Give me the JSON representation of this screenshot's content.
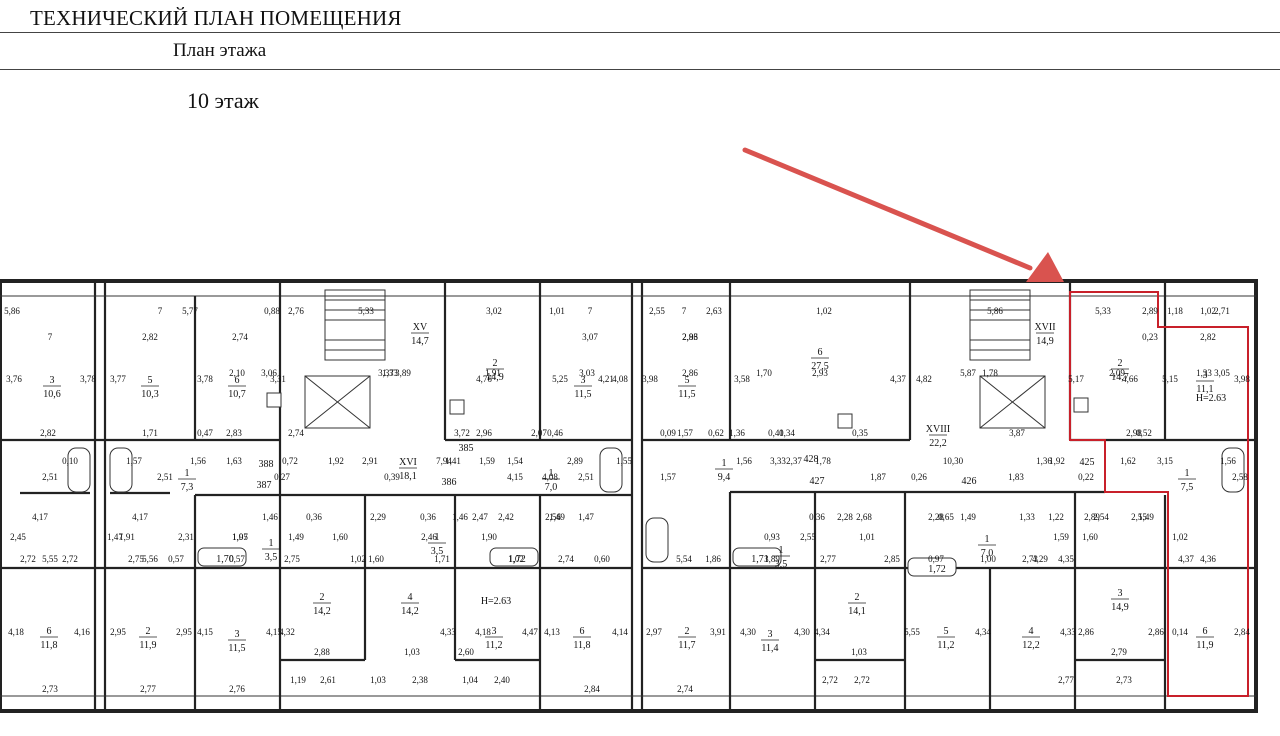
{
  "header": {
    "title": "ТЕХНИЧЕСКИЙ ПЛАН ПОМЕЩЕНИЯ",
    "subtitle": "План  этажа",
    "floor_label": "10 этаж"
  },
  "annotation": {
    "arrow_color": "#d9534f",
    "highlight_color": "#c8202a"
  },
  "rooms": [
    {
      "n": "3",
      "a": "10,6"
    },
    {
      "n": "5",
      "a": "10,3"
    },
    {
      "n": "6",
      "a": "10,7"
    },
    {
      "n": "XV",
      "a": "14,7"
    },
    {
      "n": "2",
      "a": "14,9"
    },
    {
      "n": "3",
      "a": "11,5"
    },
    {
      "n": "5",
      "a": "11,5"
    },
    {
      "n": "6",
      "a": "27,5"
    },
    {
      "n": "XVII",
      "a": "14,9"
    },
    {
      "n": "2",
      "a": "14,7"
    },
    {
      "n": "3",
      "a": "11,1"
    },
    {
      "n": "1",
      "a": "7,3"
    },
    {
      "n": "XVI",
      "a": "18,1"
    },
    {
      "n": "1",
      "a": "7,0"
    },
    {
      "n": "1",
      "a": "9,4"
    },
    {
      "n": "XVIII",
      "a": "22,2"
    },
    {
      "n": "1",
      "a": "7,5"
    },
    {
      "n": "1",
      "a": "3,5"
    },
    {
      "n": "1",
      "a": "3,5"
    },
    {
      "n": "1",
      "a": "3,5"
    },
    {
      "n": "1",
      "a": "7,0"
    },
    {
      "n": "2",
      "a": "14,2"
    },
    {
      "n": "4",
      "a": "14,2"
    },
    {
      "n": "2",
      "a": "14,1"
    },
    {
      "n": "3",
      "a": "14,9"
    },
    {
      "n": "6",
      "a": "11,8"
    },
    {
      "n": "2",
      "a": "11,9"
    },
    {
      "n": "3",
      "a": "11,5"
    },
    {
      "n": "3",
      "a": "11,2"
    },
    {
      "n": "6",
      "a": "11,8"
    },
    {
      "n": "2",
      "a": "11,7"
    },
    {
      "n": "3",
      "a": "11,4"
    },
    {
      "n": "5",
      "a": "11,2"
    },
    {
      "n": "4",
      "a": "12,2"
    },
    {
      "n": "6",
      "a": "11,9"
    }
  ],
  "apartment_numbers": [
    "388",
    "387",
    "385",
    "386",
    "428",
    "427",
    "426",
    "425"
  ],
  "heights": [
    "H=2.63",
    "H=2.63"
  ],
  "bath_labels": [
    "1,70",
    "1,72",
    "1,71",
    "1,72"
  ],
  "dimensions": [
    "5,86",
    "7",
    "5,77",
    "0,88",
    "2,76",
    "5,33",
    "3,02",
    "1,01",
    "7",
    "2,55",
    "7",
    "2,63",
    "1,02",
    "5,86",
    "5,33",
    "2,89",
    "1,18",
    "1,02",
    "2,71",
    "7",
    "2,82",
    "2,74",
    "3,07",
    "2,86",
    "2,93",
    "2,82",
    "0,23",
    "3,76",
    "3,78",
    "3,77",
    "3,78",
    "3,31",
    "4,76",
    "5,25",
    "4,08",
    "3,98",
    "4,21",
    "3,58",
    "4,37",
    "4,82",
    "5,17",
    "4,66",
    "5,15",
    "3,98",
    "3,89",
    "1,33",
    "3,37",
    "2,10",
    "3,06",
    "1,91",
    "3,03",
    "2,86",
    "1,70",
    "2,93",
    "1,78",
    "5,87",
    "2,09",
    "1,33",
    "3,05",
    "2,82",
    "1,71",
    "2,83",
    "2,74",
    "0,47",
    "3,72",
    "2,96",
    "2,07",
    "0,46",
    "0,09",
    "1,57",
    "0,62",
    "1,36",
    "0,41",
    "0,34",
    "0,35",
    "3,87",
    "2,98",
    "0,52",
    "0,10",
    "1,57",
    "1,56",
    "1,63",
    "0,72",
    "1,92",
    "2,91",
    "7,94",
    "1,41",
    "1,59",
    "1,54",
    "2,89",
    "1,55",
    "1,56",
    "3,33",
    "2,37",
    "1,78",
    "10,30",
    "1,36",
    "1,92",
    "1,62",
    "3,15",
    "1,56",
    "2,51",
    "2,51",
    "0,27",
    "0,39",
    "2,51",
    "1,57",
    "1,87",
    "0,26",
    "1,83",
    "0,22",
    "4,08",
    "4,15",
    "2,58",
    "4,17",
    "4,17",
    "1,46",
    "0,36",
    "2,29",
    "0,36",
    "1,46",
    "2,47",
    "2,42",
    "2,56",
    "1,49",
    "1,47",
    "0,36",
    "2,28",
    "2,68",
    "2,28",
    "0,65",
    "1,49",
    "1,33",
    "1,22",
    "2,89",
    "2,54",
    "1,49",
    "2,55",
    "2,45",
    "1,91",
    "2,31",
    "1,95",
    "1,49",
    "1,60",
    "2,46",
    "1,90",
    "1,47",
    "1,07",
    "0,93",
    "2,55",
    "1,01",
    "1,59",
    "1,60",
    "1,02",
    "2,72",
    "2,72",
    "2,75",
    "0,57",
    "5,55",
    "5,56",
    "0,57",
    "2,75",
    "1,02",
    "1,60",
    "1,71",
    "1,02",
    "2,74",
    "0,60",
    "5,54",
    "1,86",
    "3,89",
    "2,77",
    "2,85",
    "0,97",
    "1,00",
    "2,73",
    "4,29",
    "4,35",
    "4,37",
    "4,36",
    "4,18",
    "4,16",
    "2,95",
    "2,95",
    "4,15",
    "4,15",
    "4,32",
    "4,33",
    "4,18",
    "4,47",
    "4,13",
    "4,14",
    "2,97",
    "3,91",
    "4,30",
    "4,30",
    "4,34",
    "5,55",
    "4,34",
    "4,33",
    "2,86",
    "2,86",
    "0,14",
    "2,84",
    "2,88",
    "1,03",
    "2,60",
    "1,03",
    "2,79",
    "1,19",
    "2,61",
    "1,03",
    "2,38",
    "1,04",
    "2,40",
    "2,72",
    "2,72",
    "2,77",
    "2,73",
    "2,73",
    "2,77",
    "2,76",
    "2,84",
    "2,74"
  ]
}
